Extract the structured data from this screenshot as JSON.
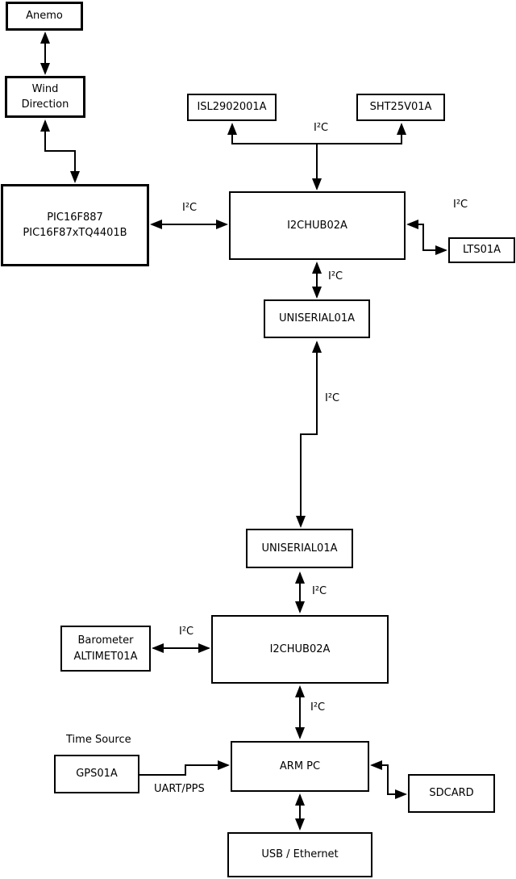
{
  "boxes": {
    "anemo": {
      "label": "Anemo"
    },
    "wind_direction": {
      "label": "Wind\nDirection"
    },
    "pic": {
      "label": "PIC16F887\nPIC16F87xTQ4401B"
    },
    "isl": {
      "label": "ISL2902001A"
    },
    "sht": {
      "label": "SHT25V01A"
    },
    "hub1": {
      "label": "I2CHUB02A"
    },
    "lts": {
      "label": "LTS01A"
    },
    "uniserial1": {
      "label": "UNISERIAL01A"
    },
    "uniserial2": {
      "label": "UNISERIAL01A"
    },
    "hub2": {
      "label": "I2CHUB02A"
    },
    "barometer": {
      "label": "Barometer\nALTIMET01A"
    },
    "gps": {
      "label": "GPS01A"
    },
    "arm_pc": {
      "label": "ARM PC"
    },
    "sdcard": {
      "label": "SDCARD"
    },
    "usb_ethernet": {
      "label": "USB / Ethernet"
    }
  },
  "bus_labels": {
    "i2c": "I²C",
    "uart_pps": "UART/PPS",
    "time_source": "Time Source"
  },
  "colors": {
    "line": "#000000",
    "background": "#ffffff",
    "box_border": "#000000"
  }
}
